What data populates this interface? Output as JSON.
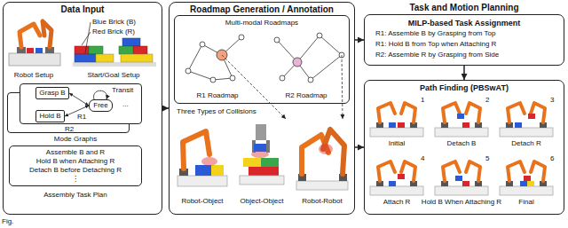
{
  "diagram": {
    "nodes": [
      {
        "text": [
          "Data Input"
        ]
      },
      {
        "text": [
          "R2"
        ],
        "in": 0
      },
      {
        "text": [
          "R1"
        ],
        "in": 0
      },
      {
        "text": [
          "Grasp B"
        ],
        "in": 2
      },
      {
        "text": [
          "Hold B"
        ],
        "in": 2
      },
      {
        "text": [
          "Free"
        ],
        "in": 2
      },
      {
        "text": [
          "Assemble B and R",
          "Hold B when Attaching R",
          "Detach B before Detaching R",
          "⋮",
          "Assembly Task Plan"
        ],
        "in": 0
      },
      {
        "text": [
          "Roadmap Generation / Annotation"
        ]
      },
      {
        "text": [
          "Multi-modal Roadmaps"
        ],
        "in": 7
      },
      {
        "text": [
          "MILP-based Task Assignment",
          "R1: Assemble B by Grasping from Top",
          "R1: Hold B from Top when Attaching R",
          "R2: Assemble R by Grasping from Side"
        ]
      },
      {
        "text": [
          "Path Finding (PBSwAT)"
        ]
      }
    ],
    "edges": [
      {
        "from": 0,
        "to": 7,
        "arrow": "to"
      },
      {
        "from": 7,
        "to": 9,
        "arrow": "to"
      },
      {
        "from": 7,
        "to": 10,
        "arrow": "to"
      },
      {
        "from": 9,
        "to": 10,
        "arrow": "to"
      },
      {
        "from": 3,
        "to": 5,
        "arrow": "both"
      },
      {
        "from": 4,
        "to": 5,
        "arrow": "both"
      }
    ],
    "labels": [
      "Robot Setup",
      "Blue Brick (B)",
      "Red Brick (R)",
      "Start/Goal Setup",
      "Transit",
      "...",
      "Mode Graphs",
      "R1 Roadmap",
      "R2 Roadmap",
      "Three Types of Collisions",
      "Robot-Object",
      "Object-Object",
      "Robot-Robot",
      "Task and Motion Planning",
      "1",
      "2",
      "3",
      "4",
      "5",
      "6",
      "Initial",
      "Detach B",
      "Detach R",
      "Attach R",
      "Hold B When Attaching R",
      "Final",
      "Fig."
    ]
  }
}
